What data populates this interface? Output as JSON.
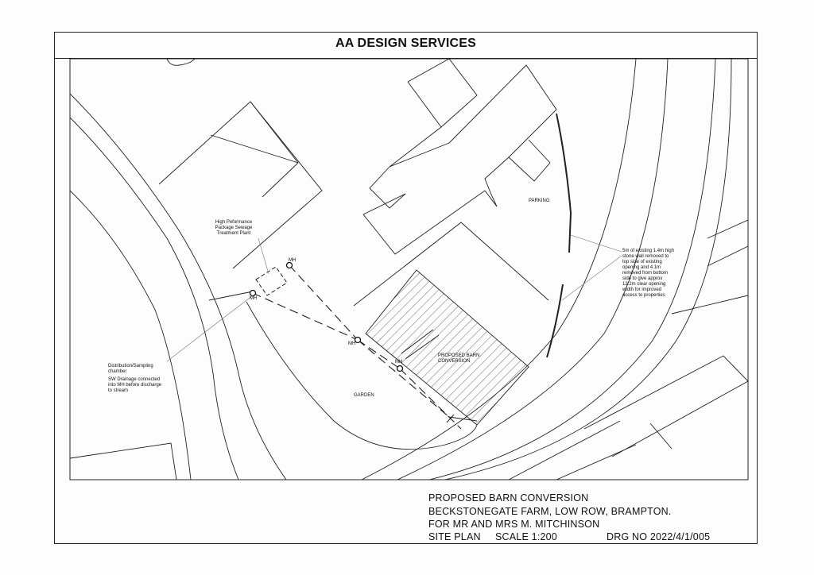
{
  "header": {
    "title": "AA DESIGN SERVICES"
  },
  "labels": {
    "parking": "PARKING",
    "garden": "GARDEN",
    "proposed_barn": [
      "PROPOSED BARN",
      "CONVERSION"
    ],
    "plant": [
      "High Peformance",
      "Package Sewage",
      "Treatment Plant"
    ],
    "mh": "MH",
    "chamber": [
      "Distribution/Sampling",
      "chamber"
    ],
    "sw_drainage": [
      "SW Drainage connected",
      "into MH before discharge",
      "to stream"
    ],
    "wall_note": [
      "5m of existing 1.4m high",
      "stone wall removed to",
      "top side of existing",
      "opening and 4.1m",
      "removed from bottom",
      "side to give approx",
      "12.2m clear opening",
      "width for improved",
      "access to properties"
    ]
  },
  "title_block": {
    "line1": "PROPOSED BARN CONVERSION",
    "line2": "BECKSTONEGATE FARM, LOW ROW, BRAMPTON.",
    "line3": "FOR MR AND MRS M. MITCHINSON",
    "drawing_type": "SITE PLAN",
    "scale": "SCALE 1:200",
    "drawing_no": "DRG NO 2022/4/1/005"
  }
}
